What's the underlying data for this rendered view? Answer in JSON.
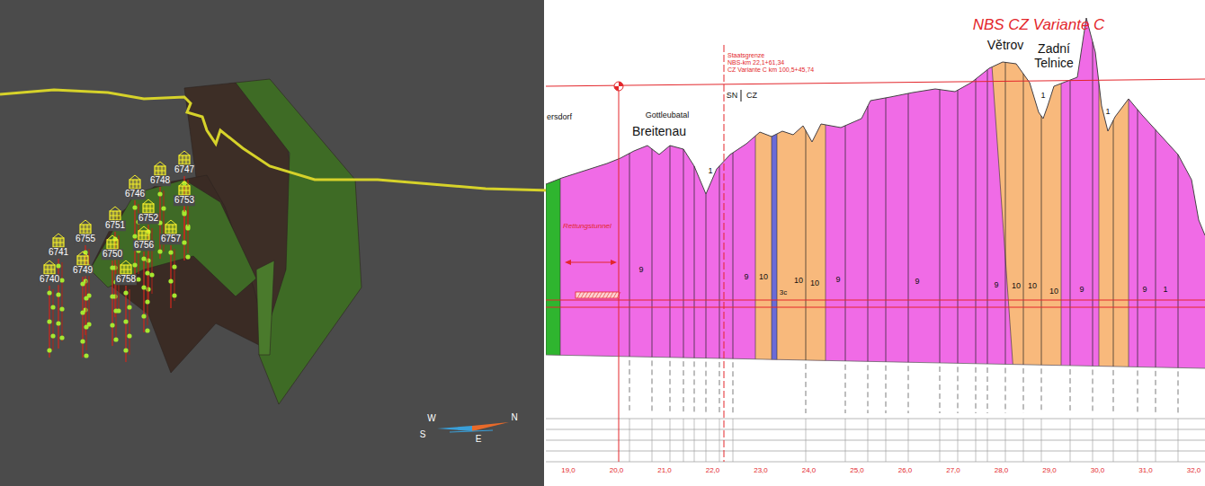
{
  "diagram": {
    "title": "NBS CZ Variante C",
    "labels": [
      "ersdorf",
      "Gottleubatal",
      "Breitenau",
      "Staatsgrenze",
      "NBS-km 22,1+61,34",
      "CZ Variante C km 100,5+45,74",
      "SN",
      "CZ",
      "Větrov",
      "Zadní Telnice",
      "Rettungstunnel",
      "1",
      "9",
      "9",
      "10",
      "3c",
      "10",
      "10",
      "9",
      "9",
      "9",
      "10",
      "10",
      "10",
      "9",
      "1",
      "1",
      "9",
      "1",
      "19,0",
      "20,0",
      "21,0",
      "22,0",
      "23,0",
      "24,0",
      "25,0",
      "26,0",
      "27,0",
      "28,0",
      "29,0",
      "30,0",
      "31,0",
      "32,0",
      "6747",
      "6748",
      "6746",
      "6753",
      "6752",
      "6751",
      "6755",
      "6756",
      "6757",
      "6750",
      "6741",
      "6749",
      "6740",
      "6758",
      "W",
      "N",
      "S",
      "E"
    ]
  }
}
